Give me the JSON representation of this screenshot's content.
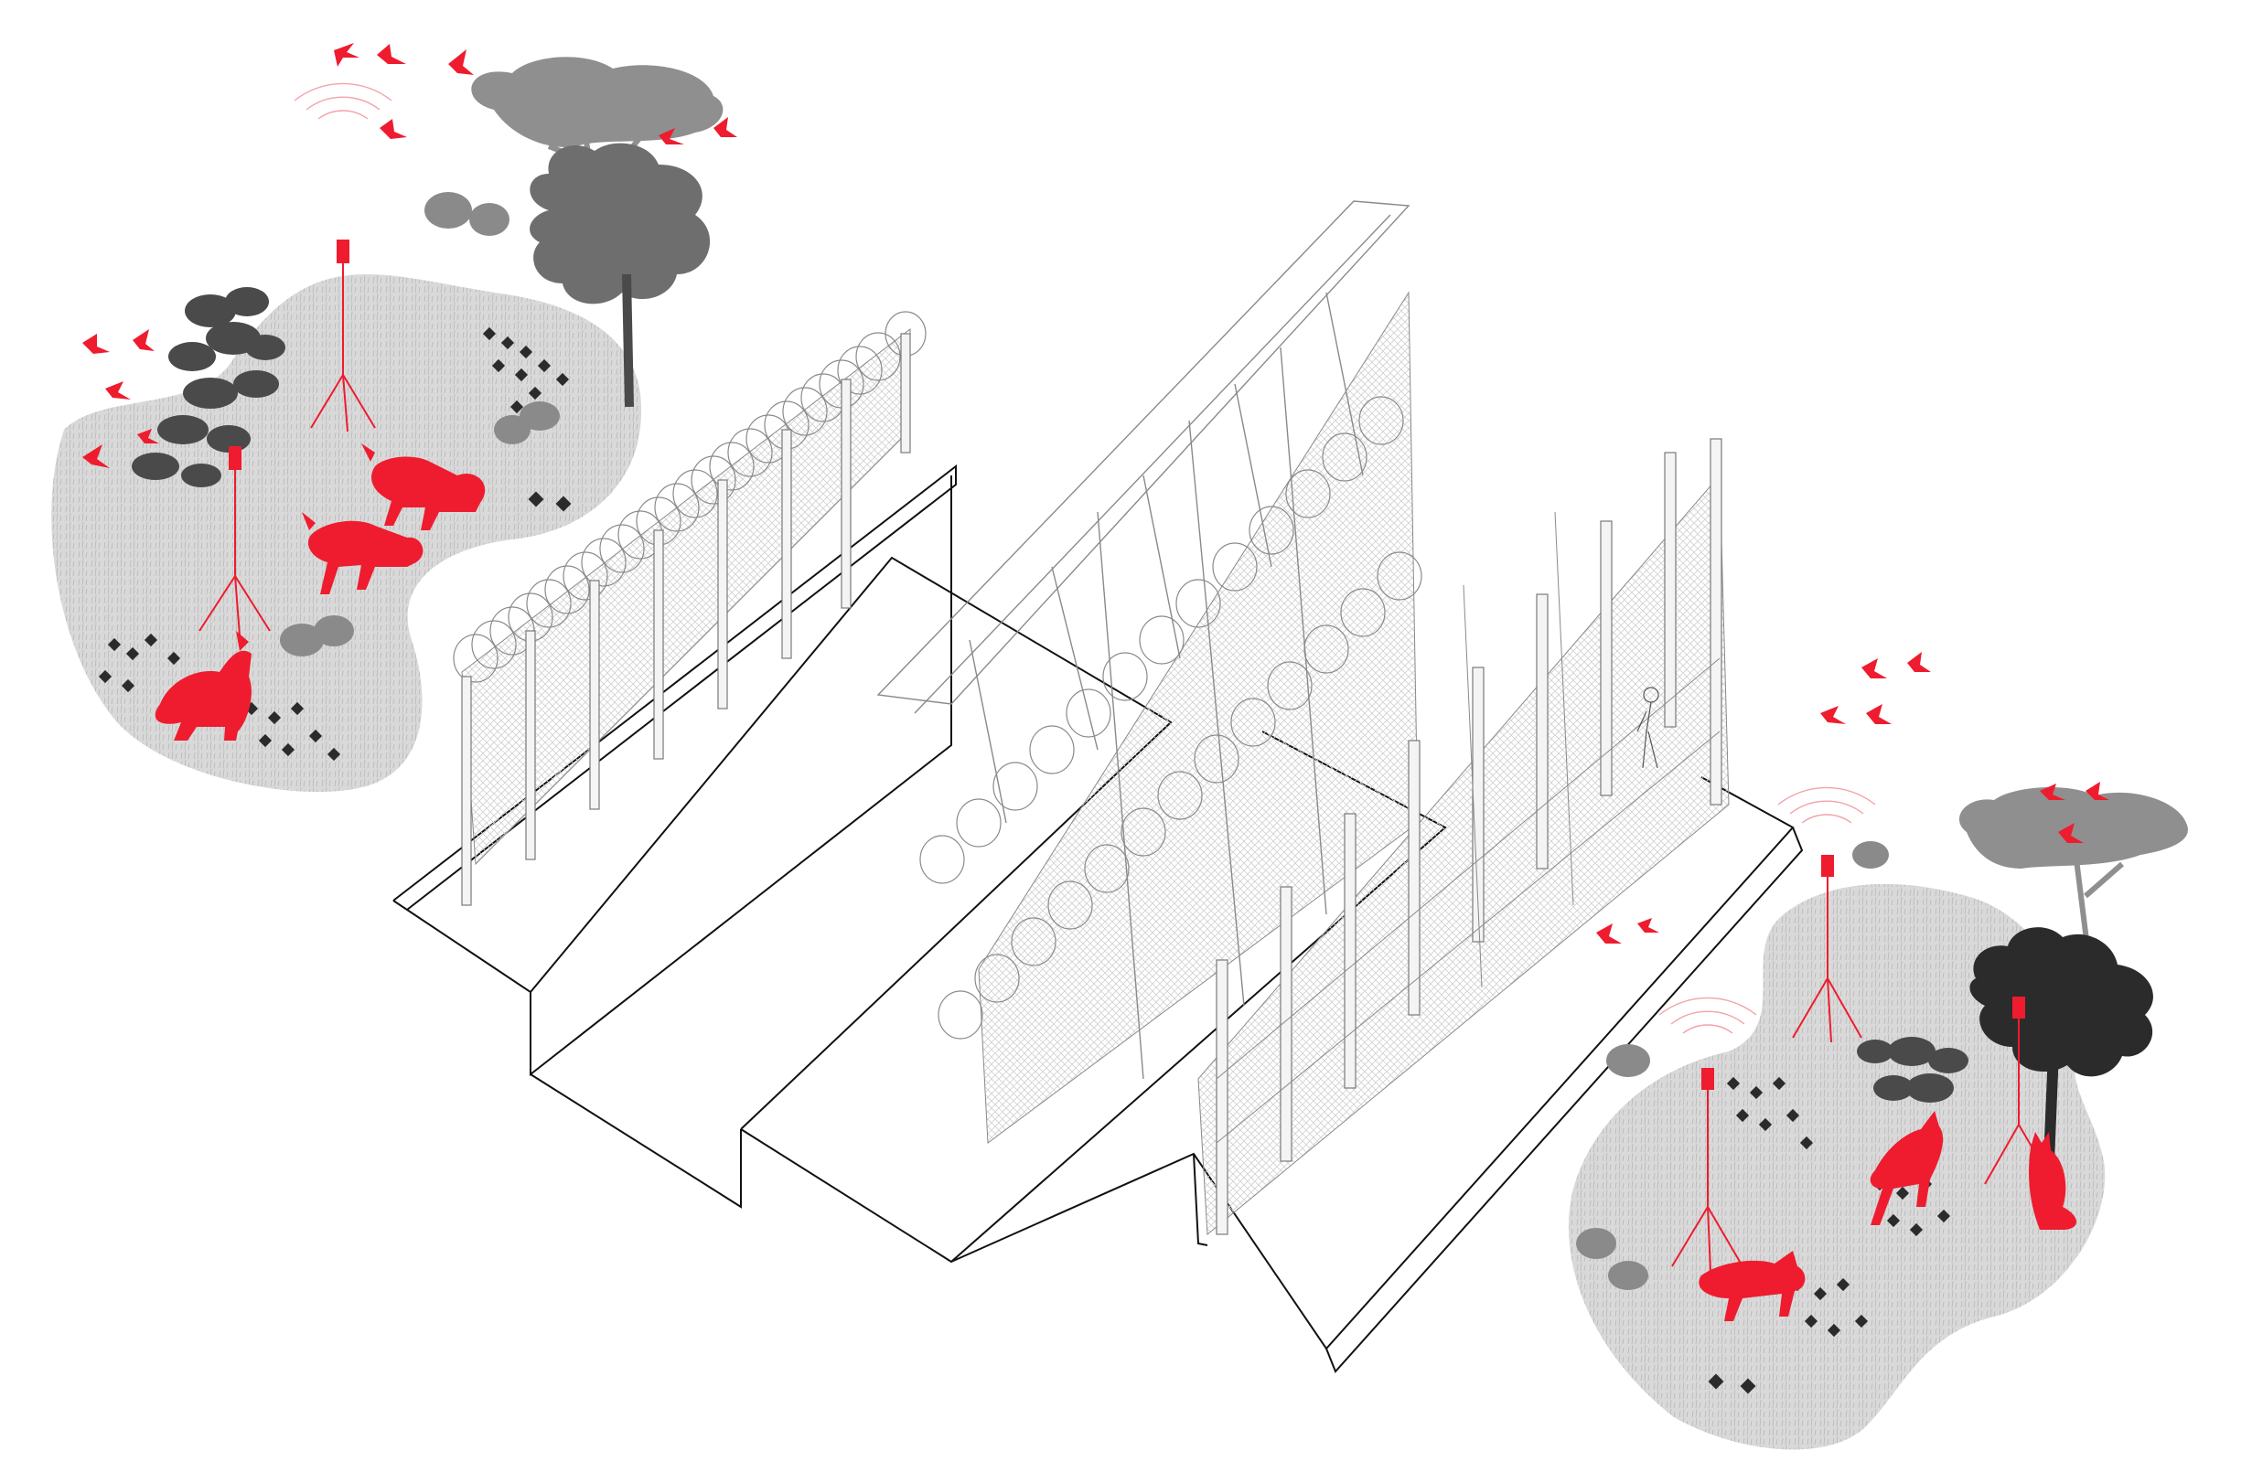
{
  "diagram": {
    "type": "axonometric-illustration",
    "subject": "border-fence-wildlife",
    "labels": []
  },
  "palette": {
    "accent": "#ee1c2e",
    "ground": "#d9d9d9",
    "ground_dark": "#c4c4c4",
    "vegetation_light": "#9b9b9b",
    "vegetation_mid": "#6e6e6e",
    "vegetation_dark": "#2b2b2b",
    "line": "#111111",
    "fence_line": "#8a8a8a"
  },
  "legend_items": [],
  "elements": {
    "left_habitat": {
      "foxes": 3,
      "sensor_masts": 2,
      "birds": 11,
      "trees": 2
    },
    "right_habitat": {
      "foxes": 3,
      "sensor_masts": 3,
      "birds": 7,
      "trees": 2
    },
    "fence_lines": 3,
    "gate_birds": 2
  }
}
